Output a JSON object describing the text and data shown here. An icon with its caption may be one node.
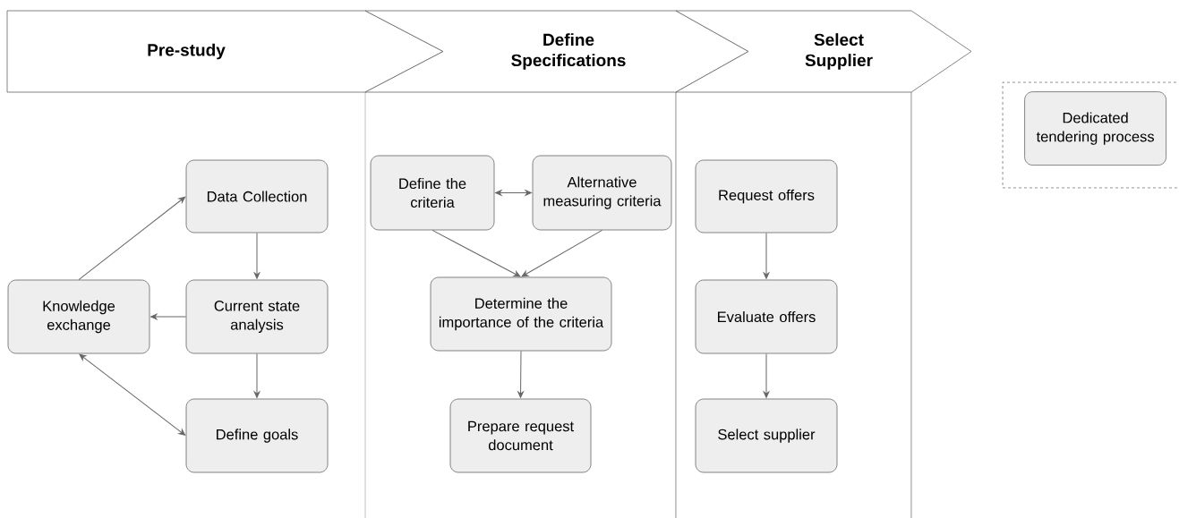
{
  "diagram": {
    "nodes": [
      {
        "text": [
          "Pre-study"
        ]
      },
      {
        "text": [
          "Define Specifications"
        ]
      },
      {
        "text": [
          "Select Supplier"
        ]
      },
      {
        "text": [
          "Data Collection"
        ]
      },
      {
        "text": [
          "Knowledge exchange"
        ]
      },
      {
        "text": [
          "Current state analysis"
        ]
      },
      {
        "text": [
          "Define goals"
        ]
      },
      {
        "text": [
          "Define the criteria"
        ]
      },
      {
        "text": [
          "Alternative measuring criteria"
        ]
      },
      {
        "text": [
          "Determine the importance of the criteria"
        ]
      },
      {
        "text": [
          "Prepare request document"
        ]
      },
      {
        "text": [
          "Request offers"
        ]
      },
      {
        "text": [
          "Evaluate offers"
        ]
      },
      {
        "text": [
          "Select supplier"
        ]
      },
      {
        "text": [],
        "shape": "box"
      },
      {
        "text": [
          "Dedicated tendering process"
        ],
        "in": 14
      }
    ],
    "edges": [
      {
        "from": 4,
        "to": 3,
        "arrow": "to"
      },
      {
        "from": 3,
        "to": 5,
        "arrow": "to"
      },
      {
        "from": 5,
        "to": 4,
        "arrow": "to"
      },
      {
        "from": 5,
        "to": 6,
        "arrow": "to"
      },
      {
        "from": 4,
        "to": 6,
        "arrow": "both"
      },
      {
        "from": 7,
        "to": 8,
        "arrow": "both"
      },
      {
        "from": 7,
        "to": 9,
        "arrow": "to"
      },
      {
        "from": 8,
        "to": 9,
        "arrow": "to"
      },
      {
        "from": 9,
        "to": 10,
        "arrow": "to"
      },
      {
        "from": 11,
        "to": 12,
        "arrow": "to"
      },
      {
        "from": 12,
        "to": 13,
        "arrow": "to"
      }
    ]
  }
}
